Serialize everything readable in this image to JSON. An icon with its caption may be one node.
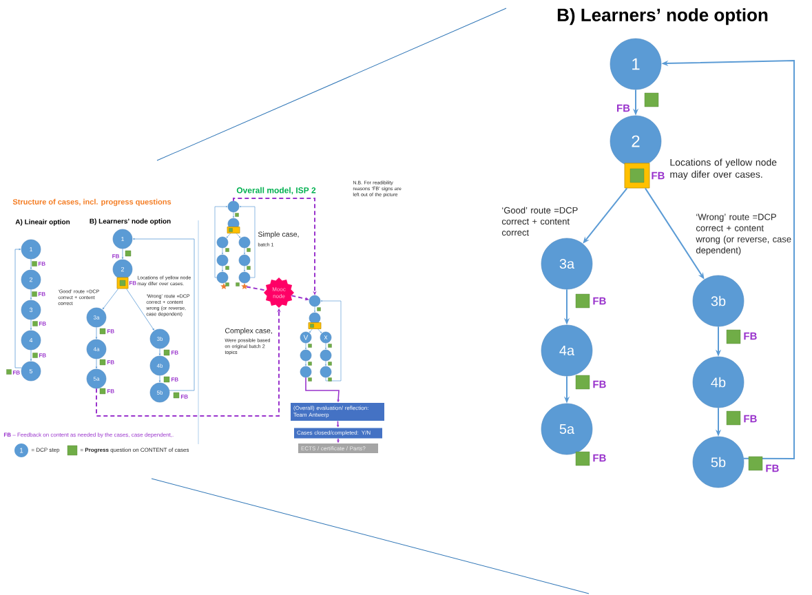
{
  "diagram": {
    "title": "Structure of cases, incl. progress questions",
    "nodes": [
      {
        "text": [
          "1"
        ]
      },
      {
        "text": [
          "2"
        ]
      },
      {
        "text": [
          "3"
        ]
      },
      {
        "text": [
          "4"
        ]
      },
      {
        "text": [
          "5"
        ]
      },
      {
        "text": [
          "1"
        ]
      },
      {
        "text": [
          "2"
        ]
      },
      {
        "text": [],
        "shape": "box"
      },
      {
        "text": [
          "3a"
        ]
      },
      {
        "text": [
          "4a"
        ]
      },
      {
        "text": [
          "5a"
        ]
      },
      {
        "text": [
          "3b"
        ]
      },
      {
        "text": [
          "4b"
        ]
      },
      {
        "text": [
          "5b"
        ]
      },
      {
        "text": [],
        "shape": "circle"
      },
      {
        "text": [],
        "shape": "circle"
      },
      {
        "text": [],
        "shape": "box"
      },
      {
        "text": [],
        "shape": "circle"
      },
      {
        "text": [],
        "shape": "circle"
      },
      {
        "text": [],
        "shape": "circle"
      },
      {
        "text": [],
        "shape": "circle"
      },
      {
        "text": [],
        "shape": "circle"
      },
      {
        "text": [],
        "shape": "circle"
      },
      {
        "text": [],
        "shape": "star"
      },
      {
        "text": [],
        "shape": "star"
      },
      {
        "text": [
          "Mooc node"
        ]
      },
      {
        "text": [],
        "shape": "circle"
      },
      {
        "text": [],
        "shape": "circle"
      },
      {
        "text": [],
        "shape": "box"
      },
      {
        "text": [
          "V"
        ]
      },
      {
        "text": [
          "x"
        ]
      },
      {
        "text": [],
        "shape": "circle"
      },
      {
        "text": [],
        "shape": "circle"
      },
      {
        "text": [],
        "shape": "circle"
      },
      {
        "text": [],
        "shape": "circle"
      },
      {
        "text": [
          "(Overall) evaluation/ reflection: Team Antwerp"
        ]
      },
      {
        "text": [
          "Cases closed/completed: Y/N"
        ]
      },
      {
        "text": [
          "ECTS / certificate / Parts?"
        ]
      },
      {
        "text": [
          "1"
        ]
      },
      {
        "text": [
          "2"
        ]
      },
      {
        "text": [],
        "shape": "box"
      },
      {
        "text": [
          "3a"
        ]
      },
      {
        "text": [
          "4a"
        ]
      },
      {
        "text": [
          "5a"
        ]
      },
      {
        "text": [
          "3b"
        ]
      },
      {
        "text": [
          "4b"
        ]
      },
      {
        "text": [
          "5b"
        ]
      }
    ],
    "edges": [
      {
        "from": 0,
        "to": 1,
        "arrow": "to"
      },
      {
        "from": 1,
        "to": 2,
        "arrow": "to"
      },
      {
        "from": 2,
        "to": 3,
        "arrow": "to"
      },
      {
        "from": 3,
        "to": 4,
        "arrow": "to"
      },
      {
        "from": 4,
        "to": 0,
        "arrow": "to"
      },
      {
        "from": 5,
        "to": 6,
        "arrow": "to"
      },
      {
        "from": 7,
        "to": 8,
        "arrow": "to"
      },
      {
        "from": 7,
        "to": 11,
        "arrow": "to"
      },
      {
        "from": 8,
        "to": 9,
        "arrow": "to"
      },
      {
        "from": 9,
        "to": 10,
        "arrow": "to"
      },
      {
        "from": 11,
        "to": 12,
        "arrow": "to"
      },
      {
        "from": 12,
        "to": 13,
        "arrow": "to"
      },
      {
        "from": 13,
        "to": 5,
        "arrow": "to"
      },
      {
        "from": 10,
        "to": 25,
        "arrow": "to",
        "style": "dashed",
        "color": "#9933cc"
      },
      {
        "from": 14,
        "to": 15,
        "arrow": "to"
      },
      {
        "from": 16,
        "to": 17,
        "arrow": "to"
      },
      {
        "from": 16,
        "to": 20,
        "arrow": "to"
      },
      {
        "from": 17,
        "to": 18,
        "arrow": "to"
      },
      {
        "from": 18,
        "to": 19,
        "arrow": "to"
      },
      {
        "from": 20,
        "to": 21,
        "arrow": "to"
      },
      {
        "from": 21,
        "to": 22,
        "arrow": "to"
      },
      {
        "from": 19,
        "to": 14,
        "arrow": "to"
      },
      {
        "from": 22,
        "to": 14,
        "arrow": "to"
      },
      {
        "from": 24,
        "to": 25,
        "arrow": "none",
        "style": "dashed",
        "color": "#9933cc"
      },
      {
        "from": 14,
        "to": 26,
        "arrow": "to",
        "style": "dashed",
        "color": "#9933cc"
      },
      {
        "from": 25,
        "to": 26,
        "arrow": "to",
        "style": "dashed",
        "color": "#9933cc"
      },
      {
        "from": 26,
        "to": 27,
        "arrow": "to"
      },
      {
        "from": 28,
        "to": 29,
        "arrow": "to"
      },
      {
        "from": 28,
        "to": 30,
        "arrow": "to"
      },
      {
        "from": 29,
        "to": 31,
        "arrow": "to"
      },
      {
        "from": 31,
        "to": 33,
        "arrow": "to"
      },
      {
        "from": 30,
        "to": 32,
        "arrow": "to"
      },
      {
        "from": 32,
        "to": 34,
        "arrow": "to"
      },
      {
        "from": 34,
        "to": 26,
        "arrow": "to"
      },
      {
        "from": 33,
        "to": 35,
        "arrow": "to",
        "color": "#9933cc"
      },
      {
        "from": 35,
        "to": 36,
        "arrow": "to",
        "color": "#9933cc"
      },
      {
        "from": 36,
        "to": 37,
        "arrow": "to",
        "color": "#9933cc"
      },
      {
        "from": 38,
        "to": 39,
        "arrow": "to"
      },
      {
        "from": 40,
        "to": 41,
        "arrow": "to"
      },
      {
        "from": 40,
        "to": 44,
        "arrow": "to"
      },
      {
        "from": 41,
        "to": 42,
        "arrow": "to"
      },
      {
        "from": 42,
        "to": 43,
        "arrow": "to"
      },
      {
        "from": 44,
        "to": 45,
        "arrow": "to"
      },
      {
        "from": 45,
        "to": 46,
        "arrow": "to"
      },
      {
        "from": 46,
        "to": 38,
        "arrow": "to"
      }
    ],
    "labels": [
      "A) Lineair option",
      "B) Learners’ node option",
      "FB",
      "FB",
      "FB",
      "FB",
      "FB",
      "FB",
      "Locations of yellow node may difer over cases.",
      "FB",
      "‘Good’ route =DCP correct + content correct",
      "‘Wrong’ route =DCP correct + content wrong (or reverse, case dependent)",
      "FB",
      "FB",
      "FB",
      "FB",
      "FB",
      "FB",
      "Overall model, ISP 2",
      "N.B. For readibility reasons ‘FB’ signs are left out of the picture",
      "Simple case,",
      "batch 1",
      "Complex case,",
      "Were possible based on original batch 2 topics",
      "B) Learners’ node option",
      "FB",
      "Locations of yellow node may difer over cases.",
      "FB",
      "‘Good’ route =DCP correct + content correct",
      "‘Wrong’ route =DCP correct + content wrong (or reverse, case dependent)",
      "FB",
      "FB",
      "FB",
      "FB",
      "FB",
      "FB",
      "**FB** – Feedback on content as needed by the cases, case dependent,.",
      "1"
    ],
    "legend": [
      {
        "text": "= DCP step"
      },
      {
        "text": "= **Progress** question on CONTENT of cases",
        "color": "#70ad47"
      }
    ]
  }
}
